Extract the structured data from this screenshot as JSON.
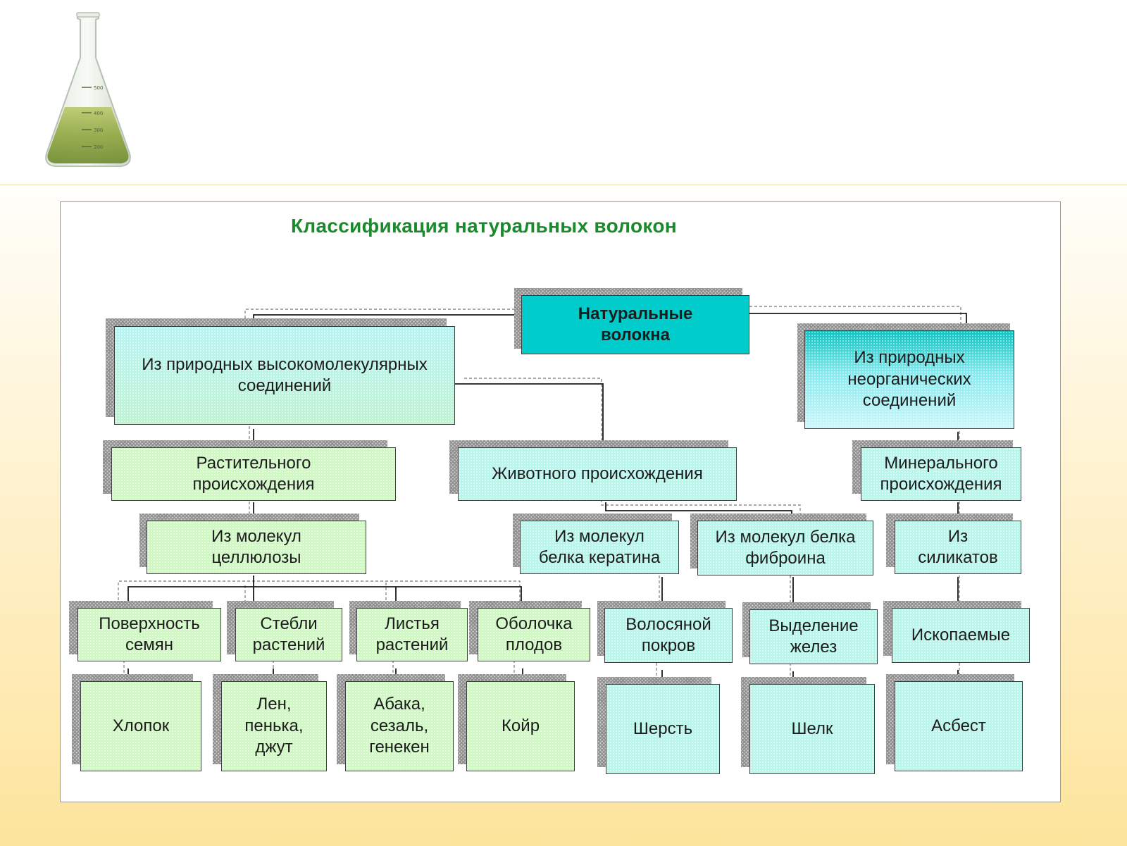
{
  "diagram": {
    "title": "Классификация натуральных волокон",
    "nodes": {
      "root": "Натуральные\nволокна",
      "hmw": "Из природных высокомолекулярных\nсоединений",
      "inorganic": "Из природных\nнеорганических\nсоединений",
      "plant": "Растительного\nпроисхождения",
      "animal": "Животного происхождения",
      "mineral": "Минерального\nпроисхождения",
      "cellulose": "Из молекул\nцеллюлозы",
      "keratin": "Из молекул\nбелка кератина",
      "fibroin": "Из молекул белка\nфиброина",
      "silicates": "Из\nсиликатов",
      "seed_surface": "Поверхность\nсемян",
      "stems": "Стебли\nрастений",
      "leaves": "Листья\nрастений",
      "fruit_shell": "Оболочка\nплодов",
      "hair": "Волосяной\nпокров",
      "glands": "Выделение\nжелез",
      "fossil": "Ископаемые",
      "cotton": "Хлопок",
      "flax": "Лен,\nпенька,\nджут",
      "abaca": "Абака,\nсезаль,\nгенекен",
      "coir": "Койр",
      "wool": "Шерсть",
      "silk": "Шелк",
      "asbestos": "Асбест"
    }
  },
  "colors": {
    "title": "#1a8a2c",
    "root_fill": "#00cccc",
    "green_fill": "#cff8c3",
    "cyan_fill": "#b8f6ec",
    "band_bottom": "#fde49c"
  },
  "decoration": {
    "flask": "erlenmeyer-flask-icon",
    "flask_marks": [
      "500",
      "400",
      "300",
      "200"
    ]
  }
}
